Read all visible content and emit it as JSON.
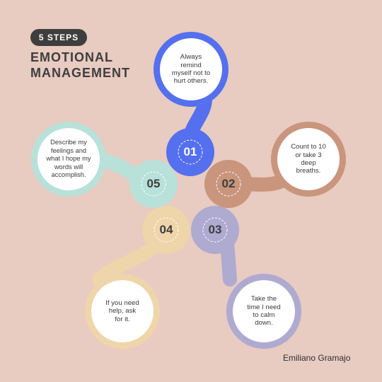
{
  "header": {
    "badge": "5 STEPS",
    "title_line1": "EMOTIONAL",
    "title_line2": "MANAGEMENT"
  },
  "author": "Emiliano Gramajo",
  "steps": [
    {
      "number": "01",
      "text": "Always\nremind\nmyself not to\nhurt others.",
      "color": "#5470ee"
    },
    {
      "number": "02",
      "text": "Count to 10\nor take 3\ndeep\nbreaths.",
      "color": "#c9957c"
    },
    {
      "number": "03",
      "text": "Take the\ntime I need\nto calm\ndown.",
      "color": "#aeaad0"
    },
    {
      "number": "04",
      "text": "If you need\nhelp, ask\nfor it.",
      "color": "#efd5aa"
    },
    {
      "number": "05",
      "text": "Describe my\nfeelings and\nwhat I hope my\nwords will\naccomplish.",
      "color": "#b8e1d9"
    }
  ]
}
